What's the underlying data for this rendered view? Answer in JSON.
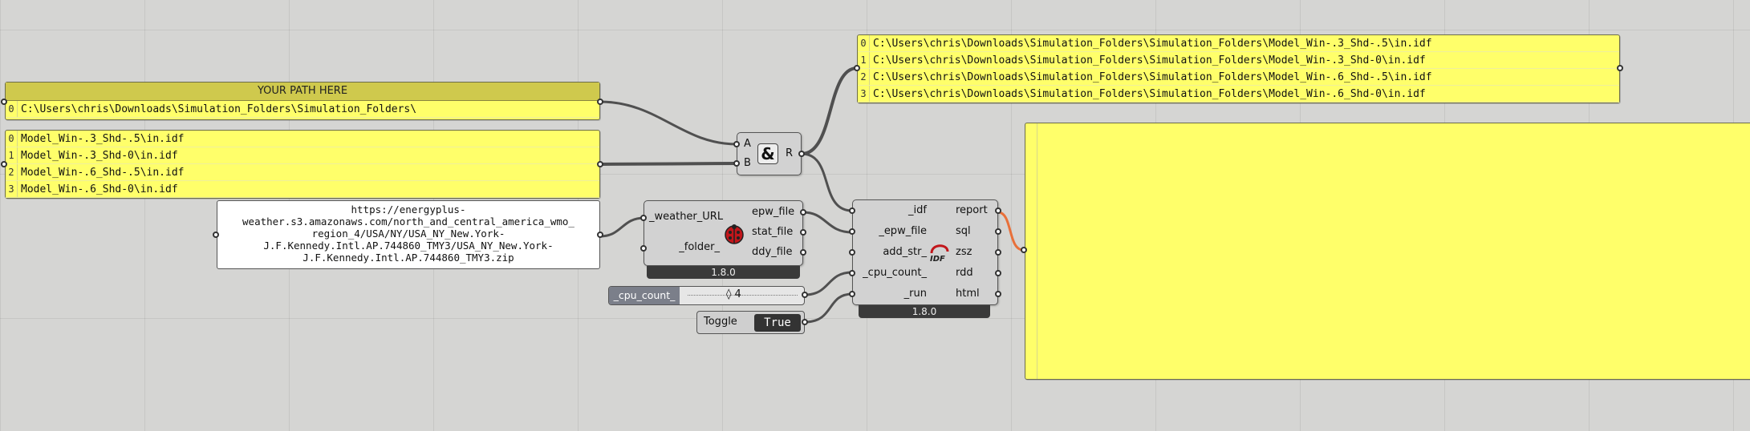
{
  "path_panel": {
    "title": "YOUR PATH HERE",
    "rows": [
      {
        "index": "0",
        "text": "C:\\Users\\chris\\Downloads\\Simulation_Folders\\Simulation_Folders\\"
      }
    ]
  },
  "model_panel": {
    "rows": [
      {
        "index": "0",
        "text": "Model_Win-.3_Shd-.5\\in.idf"
      },
      {
        "index": "1",
        "text": "Model_Win-.3_Shd-0\\in.idf"
      },
      {
        "index": "2",
        "text": "Model_Win-.6_Shd-.5\\in.idf"
      },
      {
        "index": "3",
        "text": "Model_Win-.6_Shd-0\\in.idf"
      }
    ]
  },
  "result_panel": {
    "rows": [
      {
        "index": "0",
        "text": "C:\\Users\\chris\\Downloads\\Simulation_Folders\\Simulation_Folders\\Model_Win-.3_Shd-.5\\in.idf"
      },
      {
        "index": "1",
        "text": "C:\\Users\\chris\\Downloads\\Simulation_Folders\\Simulation_Folders\\Model_Win-.3_Shd-0\\in.idf"
      },
      {
        "index": "2",
        "text": "C:\\Users\\chris\\Downloads\\Simulation_Folders\\Simulation_Folders\\Model_Win-.6_Shd-.5\\in.idf"
      },
      {
        "index": "3",
        "text": "C:\\Users\\chris\\Downloads\\Simulation_Folders\\Simulation_Folders\\Model_Win-.6_Shd-0\\in.idf"
      }
    ]
  },
  "url_panel": {
    "lines": [
      "https://energyplus-",
      "weather.s3.amazonaws.com/north_and_central_america_wmo_",
      "region_4/USA/NY/USA_NY_New.York-",
      "J.F.Kennedy.Intl.AP.744860_TMY3/USA_NY_New.York-",
      "J.F.Kennedy.Intl.AP.744860_TMY3.zip"
    ]
  },
  "concat": {
    "input_a": "A",
    "input_b": "B",
    "output": "R",
    "icon": "&"
  },
  "weather": {
    "inputs": [
      "_weather_URL",
      "_folder_"
    ],
    "outputs": [
      "epw_file",
      "stat_file",
      "ddy_file"
    ],
    "version": "1.8.0",
    "icon": "ladybug-icon"
  },
  "energyplus": {
    "inputs": [
      "_idf",
      "_epw_file",
      "add_str_",
      "_cpu_count_",
      "_run"
    ],
    "outputs": [
      "report",
      "sql",
      "zsz",
      "rdd",
      "html"
    ],
    "version": "1.8.0",
    "icon_text": "IDF"
  },
  "cpu_slider": {
    "label": "_cpu_count_",
    "value": "◊ 4"
  },
  "toggle": {
    "label": "Toggle",
    "value": "True"
  },
  "colors": {
    "panel": "#ffff6a",
    "wire": "#555555",
    "wire_active": "#e8703a",
    "grid": "#d5d5d3"
  }
}
